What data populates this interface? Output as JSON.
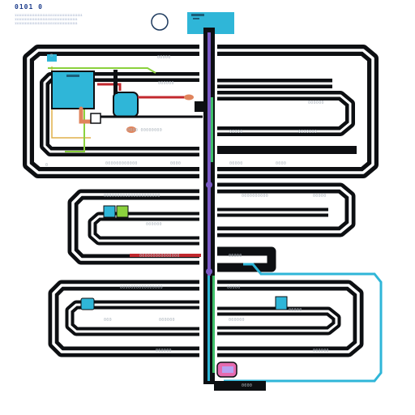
{
  "header": {
    "title": "0101 0",
    "lines": [
      "11111111111111111111111111111111111111111",
      "11111111111111111111111111111111111111",
      "11111111111111111111111111111111111111"
    ]
  },
  "labels": {
    "l01": "0",
    "l02": "00000",
    "l03": "000000",
    "l04": "000000",
    "l05": "0000 00000000",
    "l06": "00000",
    "l07": "0000000",
    "l08": "00000",
    "l09": "00000000",
    "l10": "0",
    "l11": "000000000000",
    "l12": "0000",
    "l13": "00000",
    "l14": "0000",
    "l15": "000000000000000000000",
    "l16": "0000000000",
    "l17": "00000",
    "l18": "000000",
    "l19": "000000000000000",
    "l20": "00000",
    "l21": "0000000000000000",
    "l22": "00000",
    "l23": "000",
    "l24": "000000",
    "l25": "000000",
    "l26": "00000",
    "l27": "000000",
    "l28": "000000",
    "l29": "000000",
    "l30": "000000",
    "l31": "0000",
    "l32": "000000000"
  },
  "colors": {
    "track": "#0d0f12",
    "track_inner": "#ffffff",
    "cyan": "#2fb6d8",
    "blue_node": "#36a9d6",
    "purple": "#7c5cc7",
    "green": "#3fbf6a",
    "red": "#c2282e",
    "orange": "#e0845c",
    "lime": "#8bd13d",
    "pink": "#e56bb0"
  }
}
